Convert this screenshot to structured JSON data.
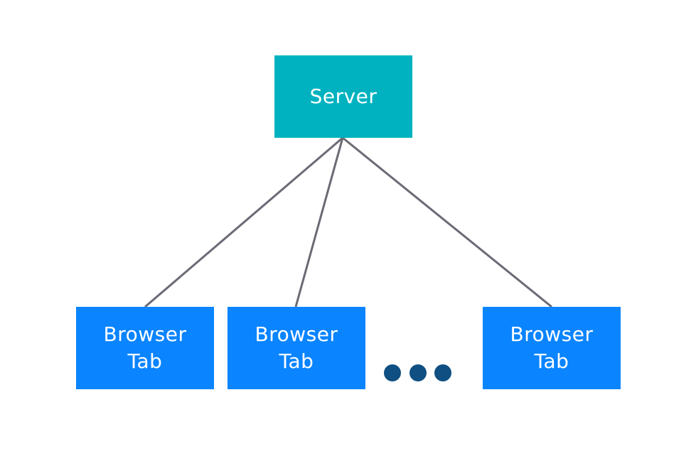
{
  "colors": {
    "server_fill": "#00b2bf",
    "tab_fill": "#0a84ff",
    "connector": "#6b6a75",
    "ellipsis_dot": "#0f4f82",
    "text": "#ffffff"
  },
  "server": {
    "label": "Server"
  },
  "browser_tabs": [
    {
      "line1": "Browser",
      "line2": "Tab"
    },
    {
      "line1": "Browser",
      "line2": "Tab"
    },
    {
      "line1": "Browser",
      "line2": "Tab"
    }
  ],
  "ellipsis": {
    "dot_count": 3
  }
}
